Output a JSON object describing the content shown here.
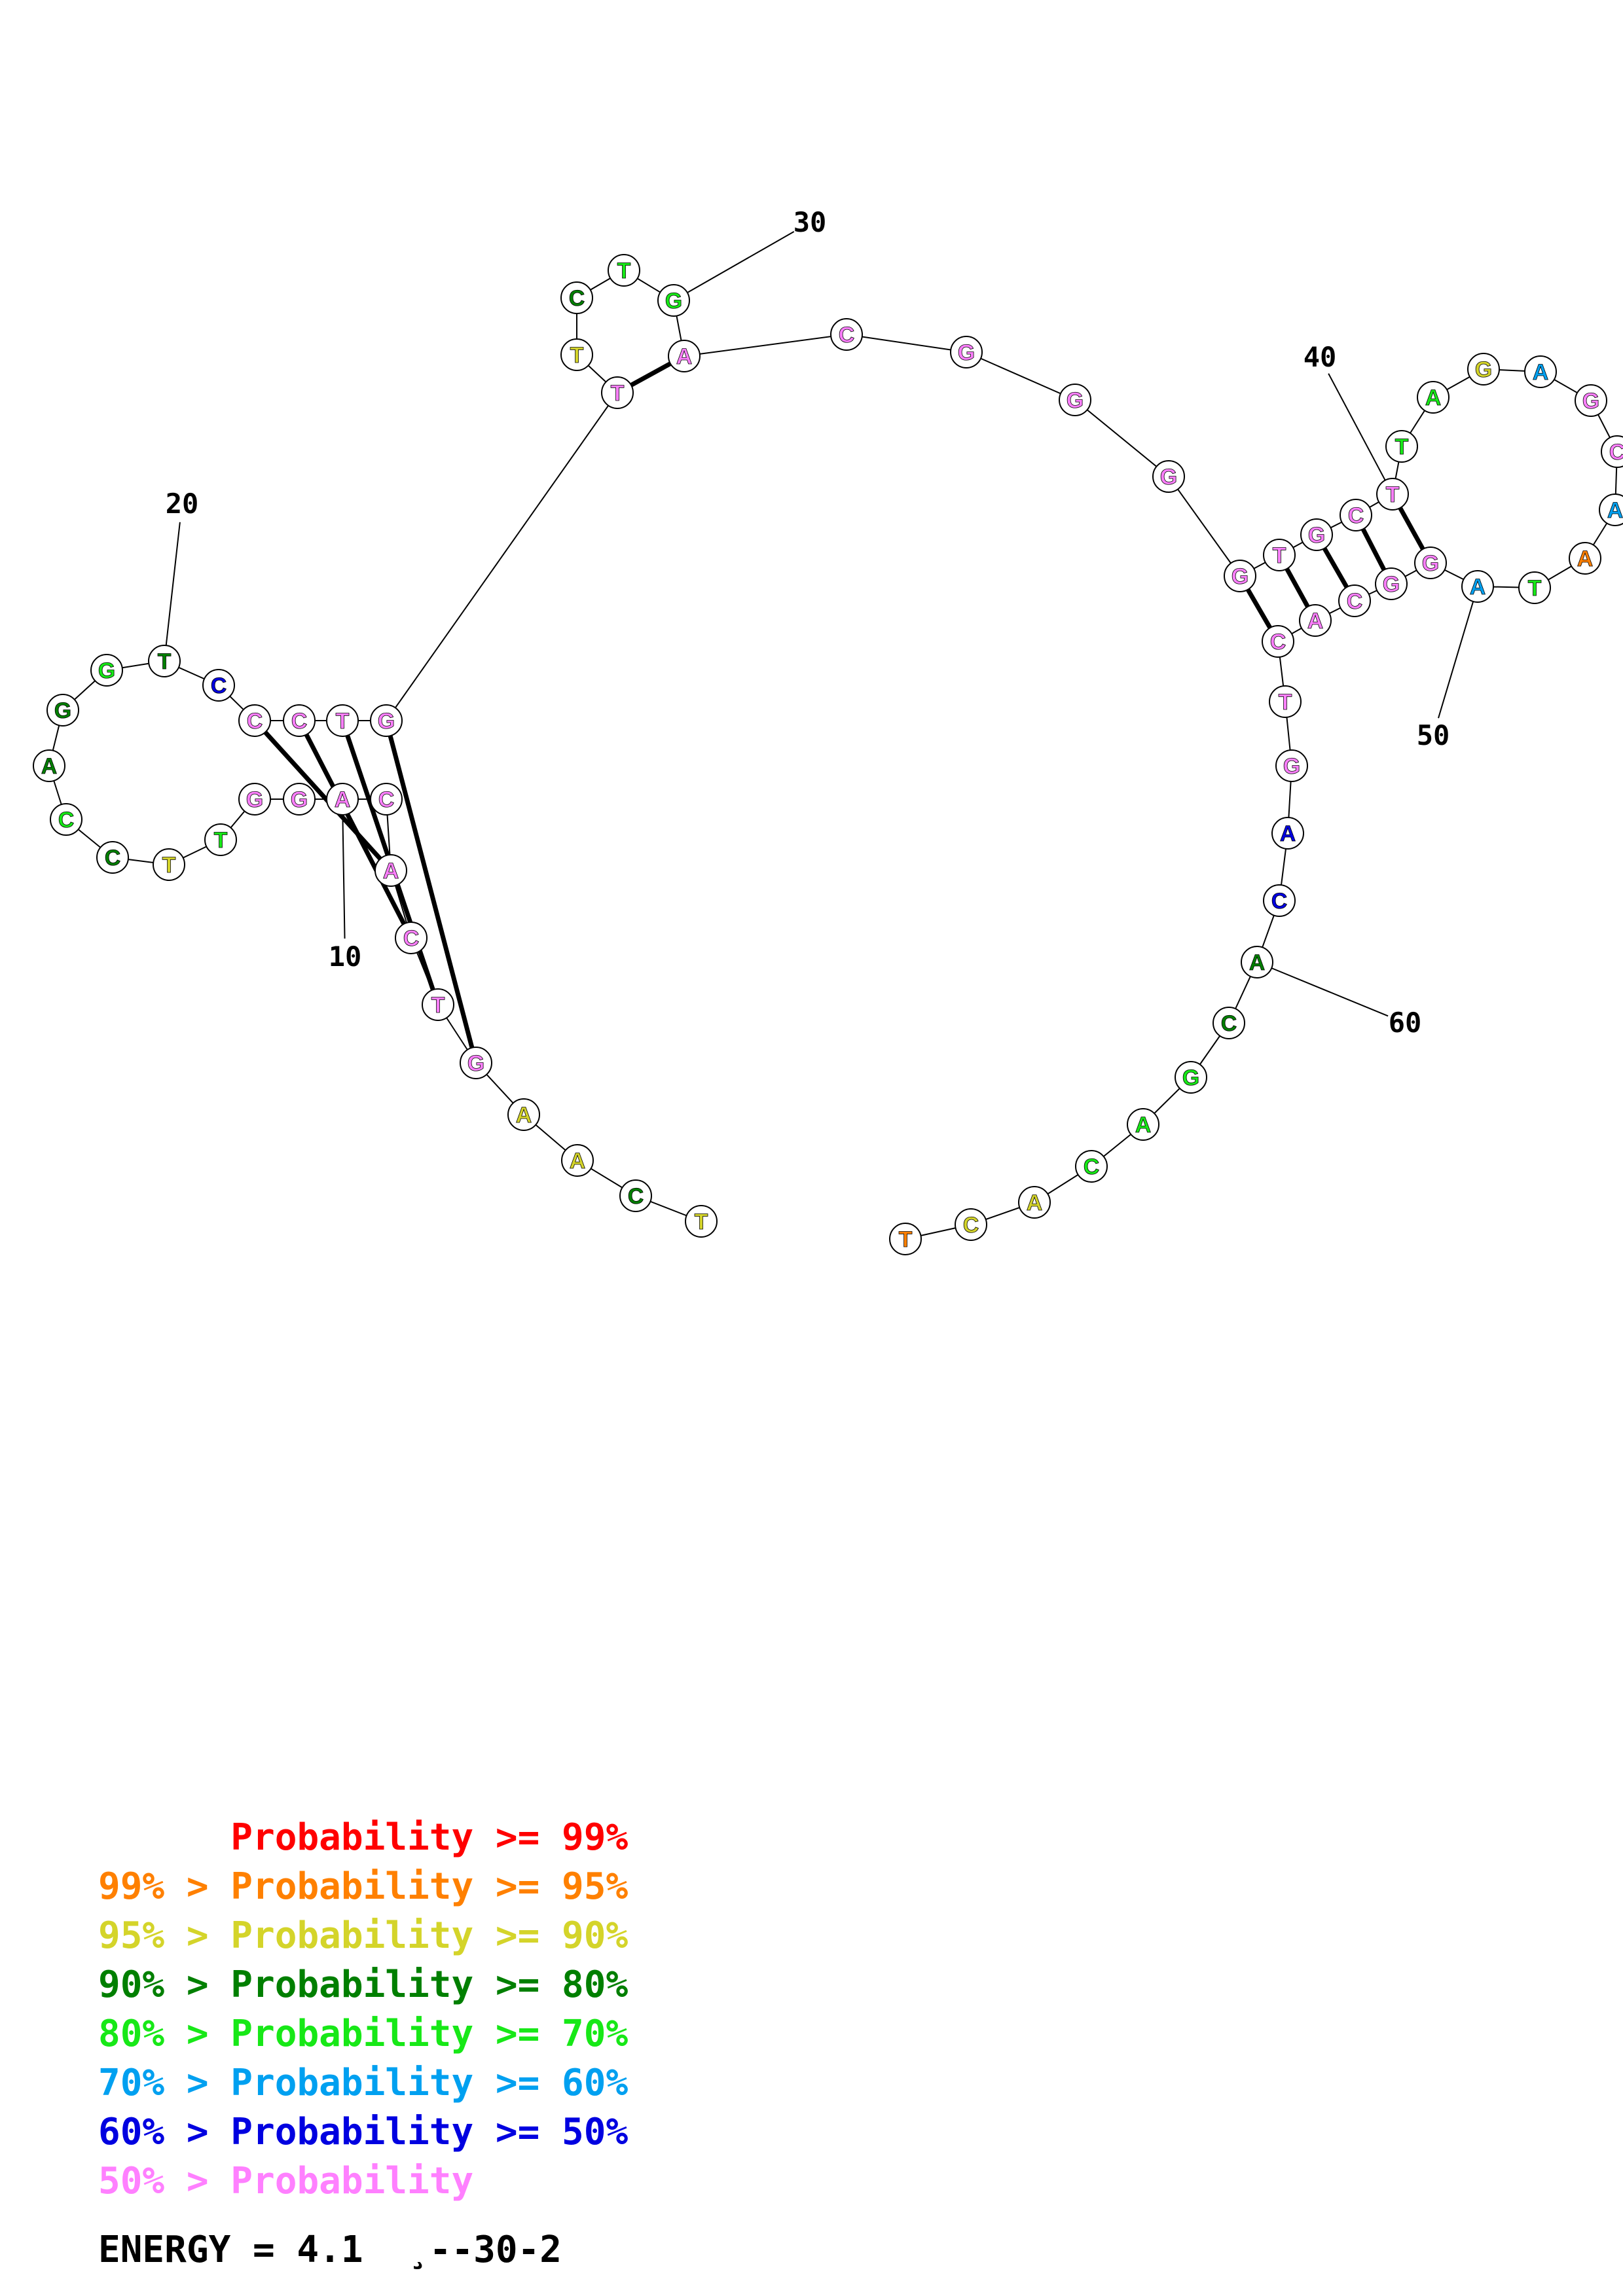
{
  "colors": {
    "p99": "#ff0000",
    "p95": "#ff8000",
    "p90": "#d4d42a",
    "p80": "#007f00",
    "p70": "#17e817",
    "p60": "#00a0f0",
    "p50": "#0000e0",
    "plt50": "#ff80ff"
  },
  "nucleotides": [
    {
      "n": 1,
      "b": "T",
      "c": "p90"
    },
    {
      "n": 2,
      "b": "C",
      "c": "p80"
    },
    {
      "n": 3,
      "b": "A",
      "c": "p90"
    },
    {
      "n": 4,
      "b": "A",
      "c": "p90"
    },
    {
      "n": 5,
      "b": "G",
      "c": "plt50"
    },
    {
      "n": 6,
      "b": "T",
      "c": "plt50"
    },
    {
      "n": 7,
      "b": "C",
      "c": "plt50"
    },
    {
      "n": 8,
      "b": "A",
      "c": "plt50"
    },
    {
      "n": 9,
      "b": "C",
      "c": "plt50"
    },
    {
      "n": 10,
      "b": "A",
      "c": "plt50"
    },
    {
      "n": 11,
      "b": "G",
      "c": "plt50"
    },
    {
      "n": 12,
      "b": "G",
      "c": "plt50"
    },
    {
      "n": 13,
      "b": "T",
      "c": "p70"
    },
    {
      "n": 14,
      "b": "T",
      "c": "p90"
    },
    {
      "n": 15,
      "b": "C",
      "c": "p80"
    },
    {
      "n": 16,
      "b": "C",
      "c": "p70"
    },
    {
      "n": 17,
      "b": "A",
      "c": "p80"
    },
    {
      "n": 18,
      "b": "G",
      "c": "p80"
    },
    {
      "n": 19,
      "b": "G",
      "c": "p70"
    },
    {
      "n": 20,
      "b": "T",
      "c": "p80"
    },
    {
      "n": 21,
      "b": "C",
      "c": "p50"
    },
    {
      "n": 22,
      "b": "C",
      "c": "plt50"
    },
    {
      "n": 23,
      "b": "C",
      "c": "plt50"
    },
    {
      "n": 24,
      "b": "T",
      "c": "plt50"
    },
    {
      "n": 25,
      "b": "G",
      "c": "plt50"
    },
    {
      "n": 26,
      "b": "T",
      "c": "plt50"
    },
    {
      "n": 27,
      "b": "T",
      "c": "p90"
    },
    {
      "n": 28,
      "b": "C",
      "c": "p80"
    },
    {
      "n": 29,
      "b": "T",
      "c": "p70"
    },
    {
      "n": 30,
      "b": "G",
      "c": "p70"
    },
    {
      "n": 31,
      "b": "A",
      "c": "plt50"
    },
    {
      "n": 32,
      "b": "C",
      "c": "plt50"
    },
    {
      "n": 33,
      "b": "G",
      "c": "plt50"
    },
    {
      "n": 34,
      "b": "G",
      "c": "plt50"
    },
    {
      "n": 35,
      "b": "G",
      "c": "plt50"
    },
    {
      "n": 36,
      "b": "G",
      "c": "plt50"
    },
    {
      "n": 37,
      "b": "T",
      "c": "plt50"
    },
    {
      "n": 38,
      "b": "G",
      "c": "plt50"
    },
    {
      "n": 39,
      "b": "C",
      "c": "plt50"
    },
    {
      "n": 40,
      "b": "T",
      "c": "plt50"
    },
    {
      "n": 41,
      "b": "T",
      "c": "p70"
    },
    {
      "n": 42,
      "b": "A",
      "c": "p70"
    },
    {
      "n": 43,
      "b": "G",
      "c": "p90"
    },
    {
      "n": 44,
      "b": "A",
      "c": "p60"
    },
    {
      "n": 45,
      "b": "G",
      "c": "plt50"
    },
    {
      "n": 46,
      "b": "C",
      "c": "plt50"
    },
    {
      "n": 47,
      "b": "A",
      "c": "p60"
    },
    {
      "n": 48,
      "b": "A",
      "c": "p95"
    },
    {
      "n": 49,
      "b": "T",
      "c": "p70"
    },
    {
      "n": 50,
      "b": "A",
      "c": "p60"
    },
    {
      "n": 51,
      "b": "G",
      "c": "plt50"
    },
    {
      "n": 52,
      "b": "G",
      "c": "plt50"
    },
    {
      "n": 53,
      "b": "C",
      "c": "plt50"
    },
    {
      "n": 54,
      "b": "A",
      "c": "plt50"
    },
    {
      "n": 55,
      "b": "C",
      "c": "plt50"
    },
    {
      "n": 56,
      "b": "T",
      "c": "plt50"
    },
    {
      "n": 57,
      "b": "G",
      "c": "plt50"
    },
    {
      "n": 58,
      "b": "A",
      "c": "p50"
    },
    {
      "n": 59,
      "b": "C",
      "c": "p50"
    },
    {
      "n": 60,
      "b": "A",
      "c": "p80"
    },
    {
      "n": 61,
      "b": "C",
      "c": "p80"
    },
    {
      "n": 62,
      "b": "G",
      "c": "p70"
    },
    {
      "n": 63,
      "b": "A",
      "c": "p70"
    },
    {
      "n": 64,
      "b": "C",
      "c": "p70"
    },
    {
      "n": 65,
      "b": "A",
      "c": "p90"
    },
    {
      "n": 66,
      "b": "C",
      "c": "p90"
    },
    {
      "n": 67,
      "b": "T",
      "c": "p95"
    }
  ],
  "pairs": [
    [
      5,
      25
    ],
    [
      6,
      24
    ],
    [
      7,
      23
    ],
    [
      8,
      22
    ],
    [
      26,
      31
    ],
    [
      36,
      55
    ],
    [
      37,
      54
    ],
    [
      38,
      53
    ],
    [
      39,
      52
    ],
    [
      40,
      51
    ]
  ],
  "position_labels": [
    {
      "n": 10,
      "text": "10"
    },
    {
      "n": 20,
      "text": "20"
    },
    {
      "n": 30,
      "text": "30"
    },
    {
      "n": 40,
      "text": "40"
    },
    {
      "n": 50,
      "text": "50"
    },
    {
      "n": 60,
      "text": "60"
    }
  ],
  "legend": [
    {
      "prefix": "",
      "label": "Probability",
      "suffix": " >= 99%",
      "c": "p99"
    },
    {
      "prefix": "99% > ",
      "label": "Probability",
      "suffix": " >= 95%",
      "c": "p95"
    },
    {
      "prefix": "95% > ",
      "label": "Probability",
      "suffix": " >= 90%",
      "c": "p90"
    },
    {
      "prefix": "90% > ",
      "label": "Probability",
      "suffix": " >= 80%",
      "c": "p80"
    },
    {
      "prefix": "80% > ",
      "label": "Probability",
      "suffix": " >= 70%",
      "c": "p70"
    },
    {
      "prefix": "70% > ",
      "label": "Probability",
      "suffix": " >= 60%",
      "c": "p60"
    },
    {
      "prefix": "60% > ",
      "label": "Probability",
      "suffix": " >= 50%",
      "c": "p50"
    },
    {
      "prefix": "50% > ",
      "label": "Probability",
      "suffix": "",
      "c": "plt50"
    }
  ],
  "energy": "ENERGY = 4.1  ¸--30-2"
}
